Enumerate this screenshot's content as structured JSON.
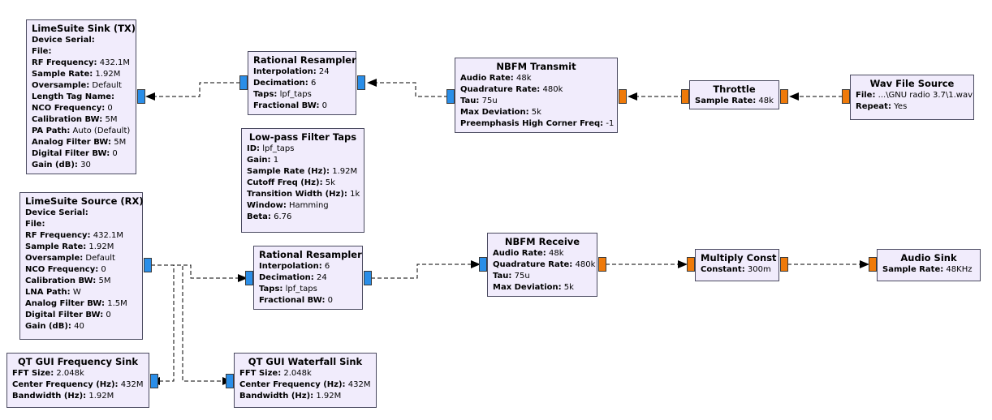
{
  "colors": {
    "block_fill": "#f1ecfc",
    "block_border": "#4a4a60",
    "port_complex": "#2a8ee8",
    "port_float": "#ef7a0a",
    "connection": "#000000"
  },
  "blocks": {
    "lime_sink": {
      "title": "LimeSuite Sink (TX)",
      "params": [
        {
          "k": "Device Serial:",
          "v": ""
        },
        {
          "k": "File:",
          "v": ""
        },
        {
          "k": "RF Frequency:",
          "v": "432.1M"
        },
        {
          "k": "Sample Rate:",
          "v": "1.92M"
        },
        {
          "k": "Oversample:",
          "v": "Default"
        },
        {
          "k": "Length Tag Name:",
          "v": ""
        },
        {
          "k": "NCO Frequency:",
          "v": "0"
        },
        {
          "k": "Calibration BW:",
          "v": "5M"
        },
        {
          "k": "PA Path:",
          "v": "Auto (Default)"
        },
        {
          "k": "Analog Filter BW:",
          "v": "5M"
        },
        {
          "k": "Digital Filter BW:",
          "v": "0"
        },
        {
          "k": "Gain (dB):",
          "v": "30"
        }
      ]
    },
    "resampler_tx": {
      "title": "Rational Resampler",
      "params": [
        {
          "k": "Interpolation:",
          "v": "24"
        },
        {
          "k": "Decimation:",
          "v": "6"
        },
        {
          "k": "Taps:",
          "v": "lpf_taps"
        },
        {
          "k": "Fractional BW:",
          "v": "0"
        }
      ]
    },
    "nbfm_tx": {
      "title": "NBFM Transmit",
      "params": [
        {
          "k": "Audio Rate:",
          "v": "48k"
        },
        {
          "k": "Quadrature Rate:",
          "v": "480k"
        },
        {
          "k": "Tau:",
          "v": "75u"
        },
        {
          "k": "Max Deviation:",
          "v": "5k"
        },
        {
          "k": "Preemphasis High Corner Freq:",
          "v": "-1"
        }
      ]
    },
    "throttle": {
      "title": "Throttle",
      "params": [
        {
          "k": "Sample Rate:",
          "v": "48k"
        }
      ]
    },
    "wav_source": {
      "title": "Wav File Source",
      "params": [
        {
          "k": "File:",
          "v": "...\\GNU radio 3.7\\1.wav"
        },
        {
          "k": "Repeat:",
          "v": "Yes"
        }
      ]
    },
    "lpf_taps": {
      "title": "Low-pass Filter Taps",
      "params": [
        {
          "k": "ID:",
          "v": "lpf_taps"
        },
        {
          "k": "Gain:",
          "v": "1"
        },
        {
          "k": "Sample Rate (Hz):",
          "v": "1.92M"
        },
        {
          "k": "Cutoff Freq (Hz):",
          "v": "5k"
        },
        {
          "k": "Transition Width (Hz):",
          "v": "1k"
        },
        {
          "k": "Window:",
          "v": "Hamming"
        },
        {
          "k": "Beta:",
          "v": "6.76"
        }
      ]
    },
    "lime_source": {
      "title": "LimeSuite Source (RX)",
      "params": [
        {
          "k": "Device Serial:",
          "v": ""
        },
        {
          "k": "File:",
          "v": ""
        },
        {
          "k": "RF Frequency:",
          "v": "432.1M"
        },
        {
          "k": "Sample Rate:",
          "v": "1.92M"
        },
        {
          "k": "Oversample:",
          "v": "Default"
        },
        {
          "k": "NCO Frequency:",
          "v": "0"
        },
        {
          "k": "Calibration BW:",
          "v": "5M"
        },
        {
          "k": "LNA Path:",
          "v": "W"
        },
        {
          "k": "Analog Filter BW:",
          "v": "1.5M"
        },
        {
          "k": "Digital Filter BW:",
          "v": "0"
        },
        {
          "k": "Gain (dB):",
          "v": "40"
        }
      ]
    },
    "resampler_rx": {
      "title": "Rational Resampler",
      "params": [
        {
          "k": "Interpolation:",
          "v": "6"
        },
        {
          "k": "Decimation:",
          "v": "24"
        },
        {
          "k": "Taps:",
          "v": "lpf_taps"
        },
        {
          "k": "Fractional BW:",
          "v": "0"
        }
      ]
    },
    "nbfm_rx": {
      "title": "NBFM Receive",
      "params": [
        {
          "k": "Audio Rate:",
          "v": "48k"
        },
        {
          "k": "Quadrature Rate:",
          "v": "480k"
        },
        {
          "k": "Tau:",
          "v": "75u"
        },
        {
          "k": "Max Deviation:",
          "v": "5k"
        }
      ]
    },
    "multiply_const": {
      "title": "Multiply Const",
      "params": [
        {
          "k": "Constant:",
          "v": "300m"
        }
      ]
    },
    "audio_sink": {
      "title": "Audio Sink",
      "params": [
        {
          "k": "Sample Rate:",
          "v": "48KHz"
        }
      ]
    },
    "freq_sink": {
      "title": "QT GUI Frequency Sink",
      "params": [
        {
          "k": "FFT Size:",
          "v": "2.048k"
        },
        {
          "k": "Center Frequency (Hz):",
          "v": "432M"
        },
        {
          "k": "Bandwidth (Hz):",
          "v": "1.92M"
        }
      ]
    },
    "waterfall_sink": {
      "title": "QT GUI Waterfall Sink",
      "params": [
        {
          "k": "FFT Size:",
          "v": "2.048k"
        },
        {
          "k": "Center Frequency (Hz):",
          "v": "432M"
        },
        {
          "k": "Bandwidth (Hz):",
          "v": "1.92M"
        }
      ]
    }
  }
}
